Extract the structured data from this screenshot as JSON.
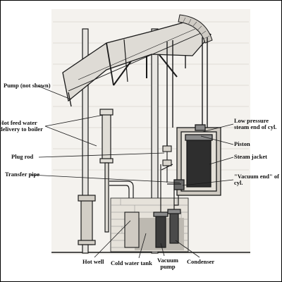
{
  "labels": {
    "pump": "Pump (not shown)",
    "hot_feed_water_line1": "Hot feed water",
    "hot_feed_water_line2": "delivery to boiler",
    "plug_rod": "Plug rod",
    "transfer_pipe": "Transfer pipe",
    "low_pressure_line1": "Low pressure",
    "low_pressure_line2": "steam end of cyl.",
    "piston": "Piston",
    "steam_jacket": "Steam jacket",
    "vacuum_end_line1": "\"Vacuum end\" of",
    "vacuum_end_line2": "cyl.",
    "hot_well": "Hot well",
    "cold_water_tank": "Cold water tank",
    "vacuum_pump_line1": "Vacuum",
    "vacuum_pump_line2": "pump",
    "condenser": "Condenser"
  },
  "colors": {
    "ink": "#1a1a1a",
    "paper": "#f4f2ee",
    "shade": "#8a8a8a",
    "dark": "#3a3a3a",
    "label": "#111111"
  }
}
